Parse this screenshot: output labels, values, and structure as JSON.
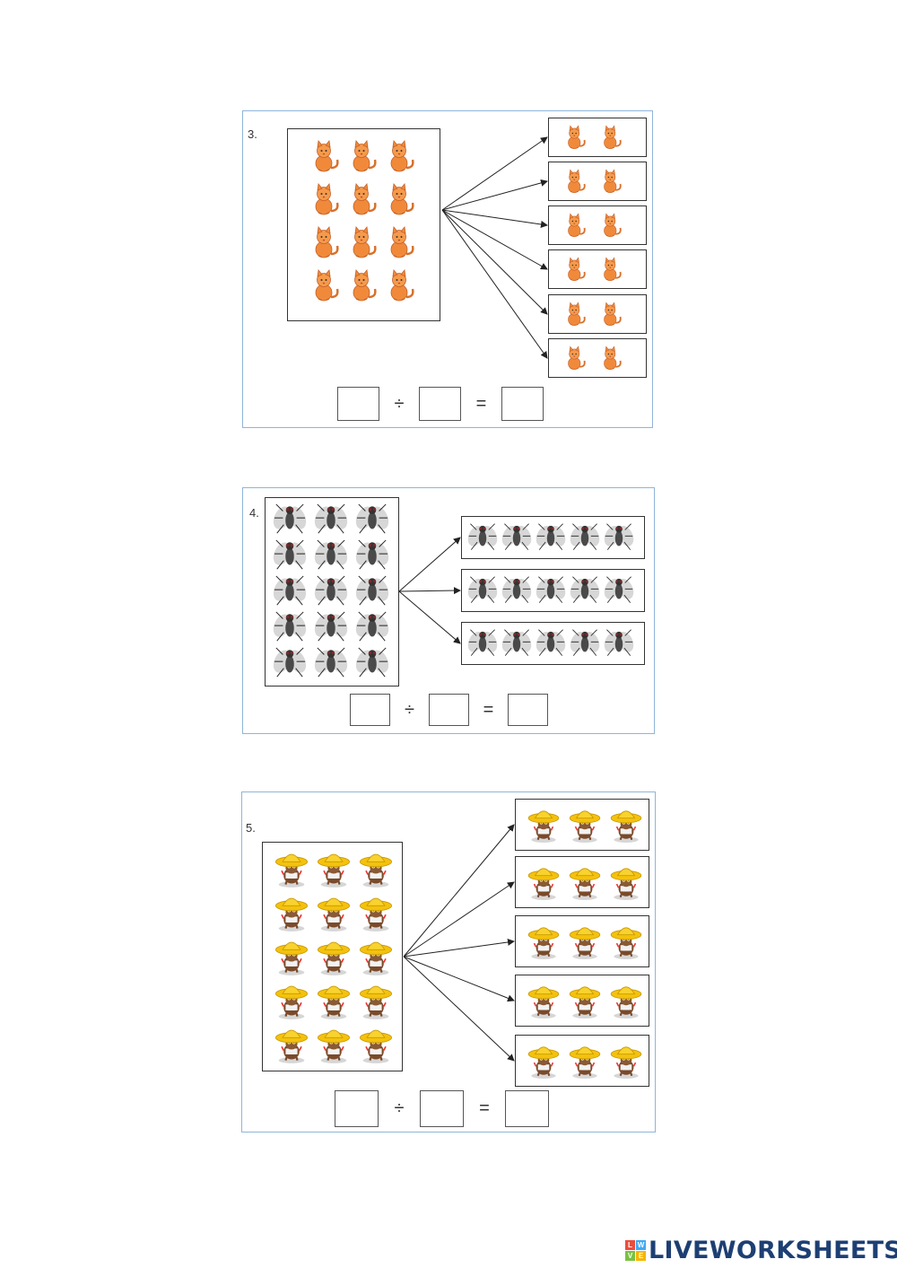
{
  "exercises": [
    {
      "number": "3.",
      "animal": "cat-icon",
      "total": 12,
      "groups": 6,
      "per_group": 2,
      "operator": "÷",
      "equals": "="
    },
    {
      "number": "4.",
      "animal": "fly-icon",
      "total": 15,
      "groups": 3,
      "per_group": 5,
      "operator": "÷",
      "equals": "="
    },
    {
      "number": "5.",
      "animal": "mouse-icon",
      "total": 15,
      "groups": 5,
      "per_group": 3,
      "operator": "÷",
      "equals": "="
    }
  ],
  "logo": {
    "text": "LIVEWORKSHEETS",
    "mark": [
      "L",
      "W",
      "V",
      "E"
    ]
  },
  "colors": {
    "panel_border": "#8fb4d8",
    "logo_text": "#1d3f73",
    "cat": "#f08a3a",
    "fly": "#555555",
    "mouse": "#f4c20d"
  }
}
